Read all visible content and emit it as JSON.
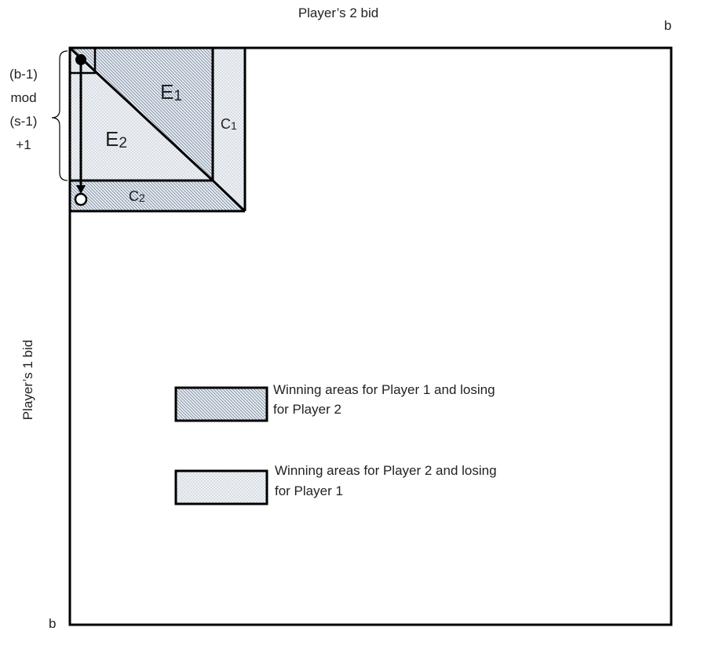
{
  "axes": {
    "top_label": "Player’s 2 bid",
    "left_label": "Player’s 1 bid",
    "top_corner": "b",
    "bottom_corner": "b"
  },
  "brace": {
    "line1": "(b-1)",
    "line2": "mod",
    "line3": "(s-1)",
    "line4": "+1"
  },
  "regions": {
    "e1": {
      "letter": "E",
      "sub": "1"
    },
    "e2": {
      "letter": "E",
      "sub": "2"
    },
    "c1": {
      "letter": "C",
      "sub": "1"
    },
    "c2": {
      "letter": "C",
      "sub": "2"
    }
  },
  "legend": {
    "player1_line1": "Winning areas for Player 1 and losing",
    "player1_line2": "for Player 2",
    "player2_line1": "Winning areas for Player 2 and losing",
    "player2_line2": "for Player 1"
  },
  "colors": {
    "stroke": "#000000",
    "fill": "#e9eef4",
    "hatch": "#7d8b9c",
    "dots": "#8e9aa8"
  }
}
